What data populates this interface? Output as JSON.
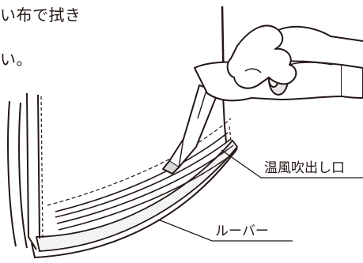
{
  "instruction": {
    "line1": "い布で拭き",
    "line2": "い。"
  },
  "labels": {
    "outlet": "温風吹出し口",
    "louver": "ルーバー"
  }
}
